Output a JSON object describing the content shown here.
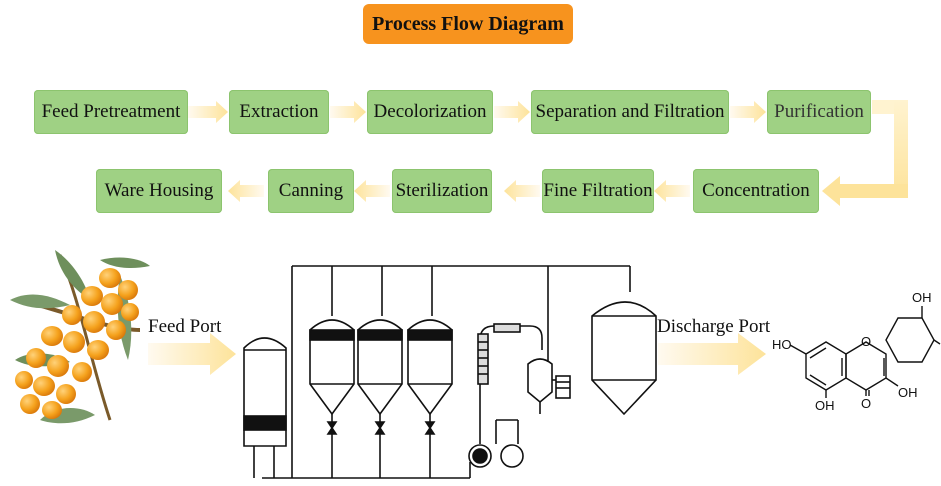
{
  "diagram": {
    "title": "Process Flow Diagram",
    "steps": [
      "Feed Pretreatment",
      "Extraction",
      "Decolorization",
      "Separation and Filtration",
      "Purification",
      "Concentration",
      "Fine Filtration",
      "Sterilization",
      "Canning",
      "Ware Housing"
    ],
    "feed_port_label": "Feed Port",
    "discharge_port_label": "Discharge Port",
    "molecule": {
      "labels": [
        "OH",
        "HO",
        "O",
        "OH",
        "OH",
        "O"
      ]
    },
    "colors": {
      "title_bg": "#f7931e",
      "step_bg": "#9fd184",
      "arrow": "#fde9a0"
    }
  }
}
